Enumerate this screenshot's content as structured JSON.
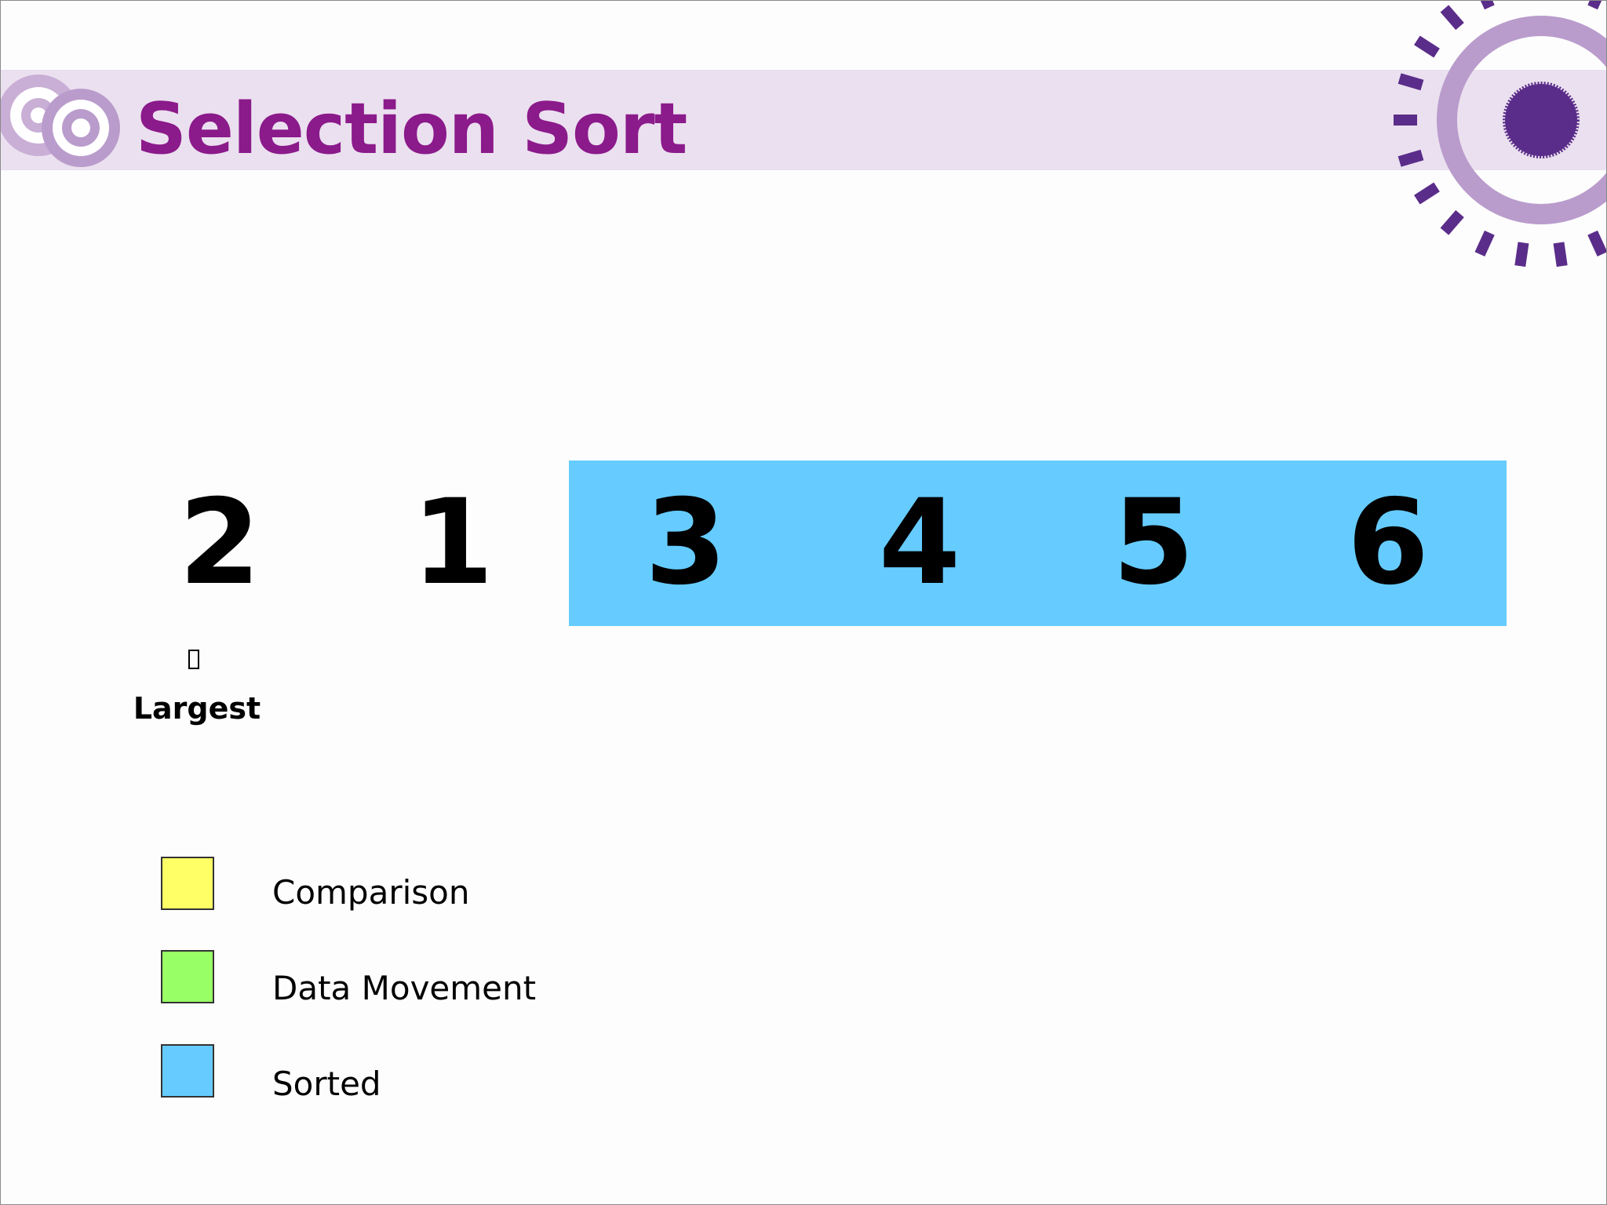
{
  "slide": {
    "title": "Selection Sort"
  },
  "array": {
    "values": [
      "2",
      "1",
      "3",
      "4",
      "5",
      "6"
    ],
    "sorted_from_index": 2,
    "sorted_color": "#66ccff"
  },
  "marker": {
    "label": "Largest",
    "position_index": 0
  },
  "legend": {
    "items": [
      {
        "label": "Comparison",
        "color": "#ffff66"
      },
      {
        "label": "Data Movement",
        "color": "#99ff66"
      },
      {
        "label": "Sorted",
        "color": "#66ccff"
      }
    ]
  },
  "colors": {
    "title": "#8b1a8b",
    "title_band": "#ebe0ef",
    "accent_purple": "#5b2d8a",
    "accent_lilac": "#b99ccc"
  }
}
